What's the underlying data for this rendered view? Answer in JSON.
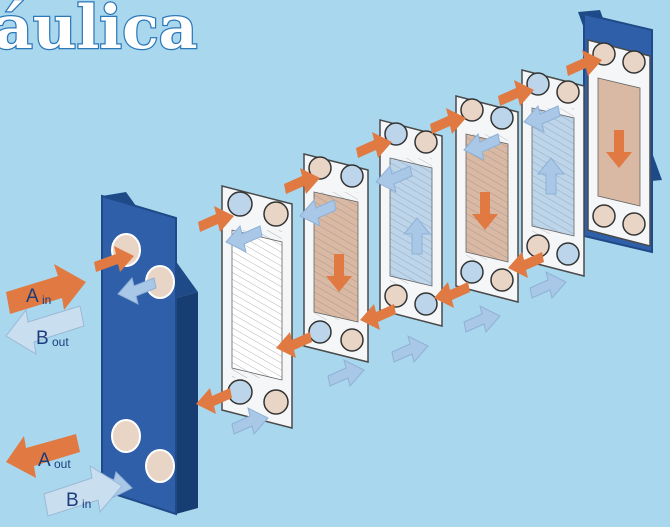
{
  "title": "áulica",
  "labels": {
    "a_in": {
      "main": "A",
      "sub": "in"
    },
    "b_out": {
      "main": "B",
      "sub": "out"
    },
    "a_out": {
      "main": "A",
      "sub": "out"
    },
    "b_in": {
      "main": "B",
      "sub": "in"
    }
  },
  "colors": {
    "background": "#a9d8ee",
    "frame_blue": "#2f5fa8",
    "hot_arrow": "#e07a42",
    "cold_arrow": "#a9c7e6",
    "plate_white": "#f4f6f8",
    "hot_channel": "#d9b9a4",
    "cold_channel": "#bcd5ea"
  }
}
